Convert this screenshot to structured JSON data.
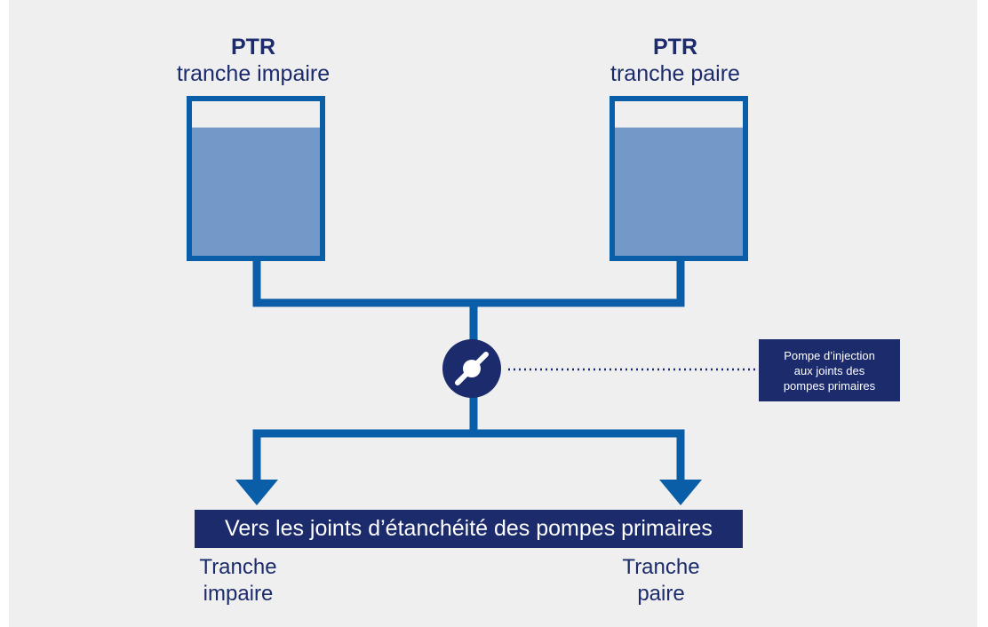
{
  "tank_left": {
    "title": "PTR",
    "subtitle": "tranche impaire",
    "fill_level": 0.83
  },
  "tank_right": {
    "title": "PTR",
    "subtitle": "tranche paire",
    "fill_level": 0.83
  },
  "pump": {
    "icon": "pump-icon",
    "callout_lines": [
      "Pompe d’injection",
      "aux joints des",
      "pompes primaires"
    ]
  },
  "destination": {
    "banner": "Vers les joints d’étanchéité des pompes primaires",
    "left_label": [
      "Tranche",
      "impaire"
    ],
    "right_label": [
      "Tranche",
      "paire"
    ]
  },
  "colors": {
    "background": "#efefef",
    "pipe": "#0a5ea8",
    "tank_outline": "#0a5ea8",
    "water": "#7399c9",
    "dark_navy": "#1b2b6b",
    "white": "#ffffff"
  }
}
